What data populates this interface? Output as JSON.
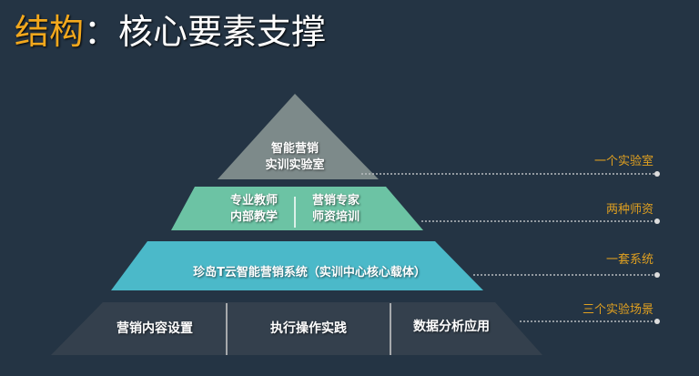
{
  "title": {
    "highlight": "结构",
    "rest": "：核心要素支撑"
  },
  "pyramid": {
    "tier1": {
      "line1": "智能营销",
      "line2": "实训实验室",
      "color": "#7d8a8a"
    },
    "tier2": {
      "left_line1": "专业教师",
      "left_line2": "内部教学",
      "right_line1": "营销专家",
      "right_line2": "师资培训",
      "color": "#6cc3a4"
    },
    "tier3": {
      "text": "珍岛T云智能营销系统（实训中心核心载体）",
      "color": "#4bb9c9"
    },
    "tier4": {
      "items": [
        "营销内容设置",
        "执行操作实践",
        "数据分析应用"
      ],
      "color": "#34404d"
    }
  },
  "side_labels": [
    "一个实验室",
    "两种师资",
    "一套系统",
    "三个实验场景"
  ],
  "accent": "#f2a81d"
}
